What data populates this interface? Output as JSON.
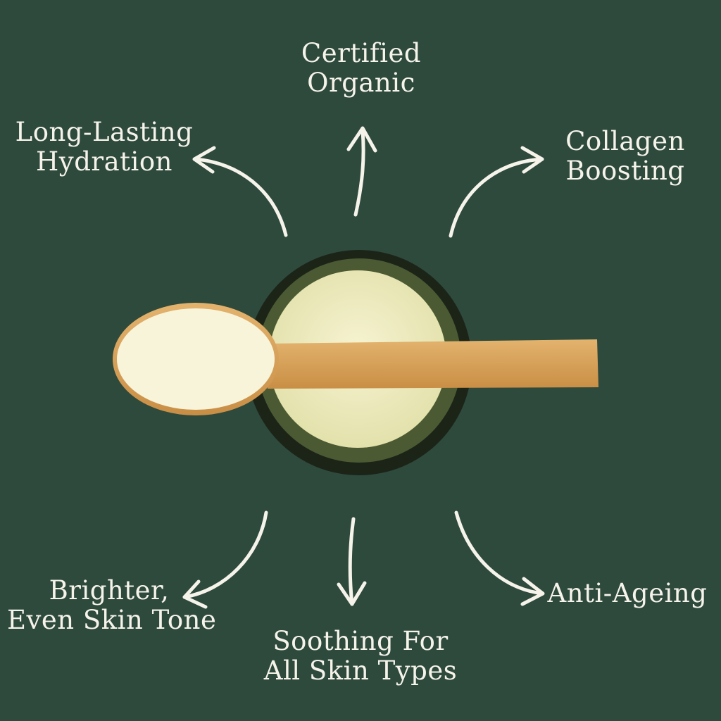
{
  "colors": {
    "background": "#2e4a3d",
    "text": "#f6f3ea",
    "cream": "#f1efc4",
    "wood": "#d9a25a"
  },
  "benefits": [
    {
      "line1": "Certified",
      "line2": "Organic"
    },
    {
      "line1": "Long-Lasting",
      "line2": "Hydration"
    },
    {
      "line1": "Collagen",
      "line2": "Boosting"
    },
    {
      "line1": "Brighter,",
      "line2": "Even Skin Tone"
    },
    {
      "line1": "Soothing For",
      "line2": "All Skin Types"
    },
    {
      "line1": "Anti-Ageing"
    }
  ]
}
